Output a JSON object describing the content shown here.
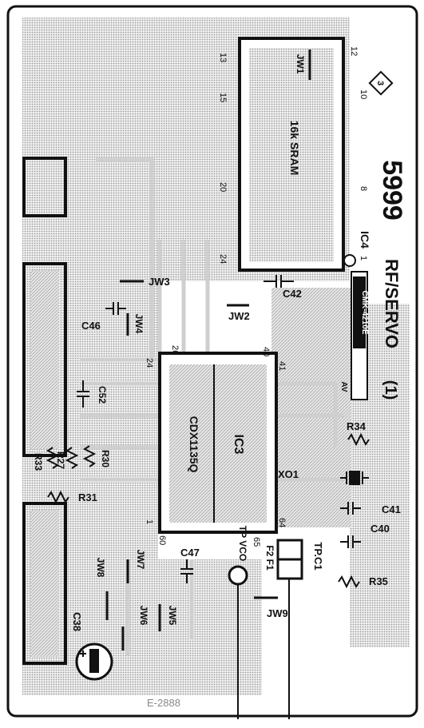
{
  "board": {
    "part_number": "5999",
    "title": "RF/SERVO",
    "side": "(1)",
    "revision_mark": "3",
    "footer_code": "E-2888"
  },
  "chips": {
    "ic4": {
      "ref": "IC4",
      "name": "16k SRAM",
      "pins": [
        "12",
        "10",
        "8",
        "1",
        "13",
        "15",
        "20",
        "24"
      ]
    },
    "ic3": {
      "ref": "IC3",
      "name": "CDX1135Q",
      "pins": [
        "40",
        "41",
        "26",
        "24",
        "1",
        "60",
        "65",
        "64"
      ]
    }
  },
  "labels": {
    "jw1": "JW1",
    "jw2": "JW2",
    "jw3": "JW3",
    "jw4": "JW4",
    "jw5": "JW5",
    "jw6": "JW6",
    "jw7": "JW7",
    "jw8": "JW8",
    "jw9": "JW9",
    "c38": "C38",
    "c40": "C40",
    "c41": "C41",
    "c42": "C42",
    "c46": "C46",
    "c47": "C47",
    "c52": "C52",
    "r27": "R27",
    "r30": "R30",
    "r31": "R31",
    "r33": "R33",
    "r34": "R34",
    "r35": "R35",
    "xo1": "XO1",
    "tp_vco": "TP VCO",
    "tp_c1": "TP.C1",
    "f2f1": "F2 F1",
    "sticker": "CMK-4210E",
    "sticker_tag": "AV"
  }
}
